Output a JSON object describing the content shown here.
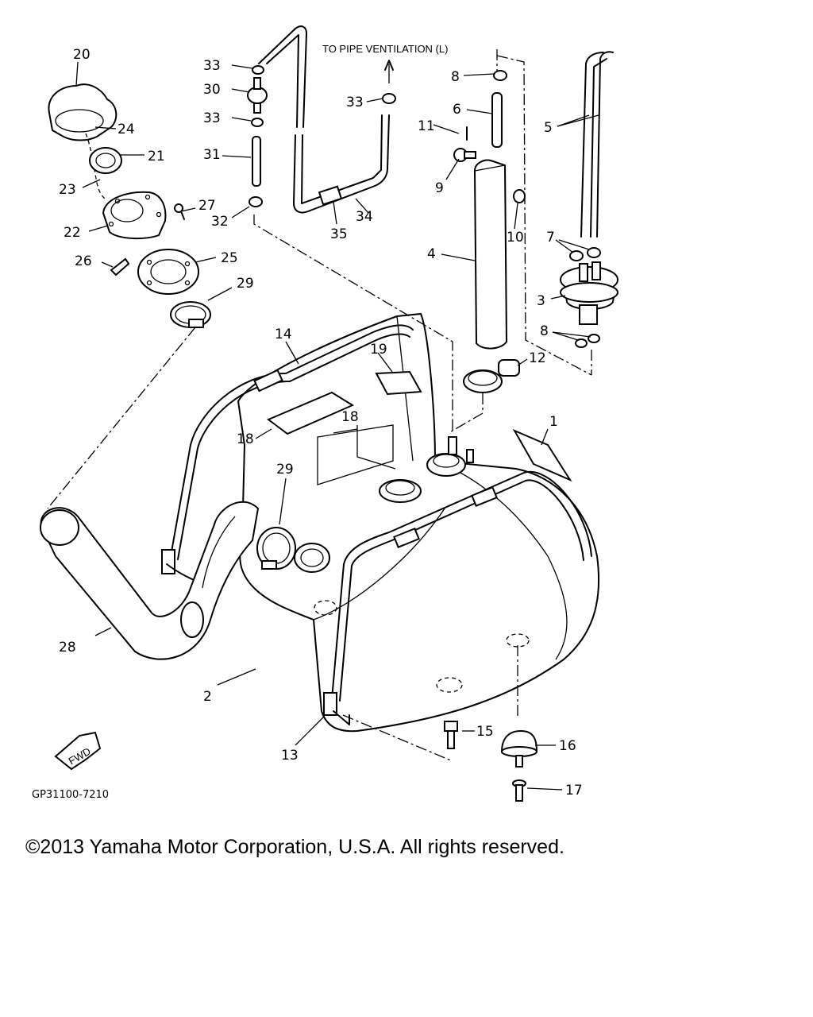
{
  "diagram": {
    "code": "GP31100-7210",
    "direction_label": "FWD",
    "note_to_pipe": "TO PIPE VENTILATION (L)",
    "copyright": "©2013 Yamaha Motor Corporation, U.S.A. All rights reserved.",
    "callouts": {
      "c1": "1",
      "c2": "2",
      "c3": "3",
      "c4": "4",
      "c5": "5",
      "c6": "6",
      "c7": "7",
      "c8a": "8",
      "c8b": "8",
      "c9": "9",
      "c10": "10",
      "c11": "11",
      "c12": "12",
      "c13": "13",
      "c14": "14",
      "c15": "15",
      "c16": "16",
      "c17": "17",
      "c18a": "18",
      "c18b": "18",
      "c19": "19",
      "c20": "20",
      "c21": "21",
      "c22": "22",
      "c23": "23",
      "c24": "24",
      "c25": "25",
      "c26": "26",
      "c27": "27",
      "c28": "28",
      "c29a": "29",
      "c29b": "29",
      "c30": "30",
      "c31": "31",
      "c32": "32",
      "c33a": "33",
      "c33b": "33",
      "c33c": "33",
      "c34": "34",
      "c35": "35"
    }
  }
}
